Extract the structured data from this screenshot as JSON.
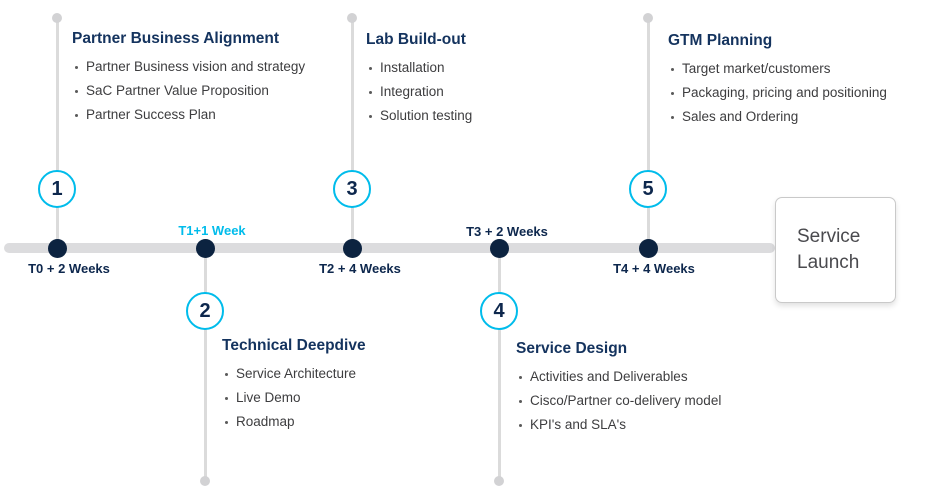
{
  "diagram": {
    "colors": {
      "accent_cyan": "#00bceb",
      "navy_text": "#14335e",
      "dot_navy": "#0c2340",
      "line_gray": "#dbdbdb",
      "bar_gray": "#dcdcde",
      "bullet_text_gray": "#3d3d3f",
      "launch_text_gray": "#4a4a4e"
    },
    "milestones": [
      {
        "number": "1",
        "title": "Partner Business Alignment",
        "bullets": [
          "Partner Business vision and strategy",
          "SaC Partner Value Proposition",
          "Partner Success Plan"
        ],
        "date": "T0 + 2 Weeks",
        "side": "top",
        "date_position": "below-timeline"
      },
      {
        "number": "2",
        "title": "Technical Deepdive",
        "bullets": [
          "Service Architecture",
          "Live Demo",
          "Roadmap"
        ],
        "date": "T1+1 Week",
        "side": "bottom",
        "date_position": "above-timeline"
      },
      {
        "number": "3",
        "title": "Lab Build-out",
        "bullets": [
          "Installation",
          "Integration",
          "Solution testing"
        ],
        "date": "T2 + 4 Weeks",
        "side": "top",
        "date_position": "below-timeline"
      },
      {
        "number": "4",
        "title": "Service Design",
        "bullets": [
          "Activities and Deliverables",
          "Cisco/Partner co-delivery model",
          "KPI's and SLA's"
        ],
        "date": "T3 + 2 Weeks",
        "side": "bottom",
        "date_position": "above-timeline"
      },
      {
        "number": "5",
        "title": "GTM Planning",
        "bullets": [
          "Target market/customers",
          "Packaging, pricing and positioning",
          "Sales and Ordering"
        ],
        "date": "T4 + 4 Weeks",
        "side": "top",
        "date_position": "below-timeline"
      }
    ],
    "launch_label": "Service Launch"
  }
}
